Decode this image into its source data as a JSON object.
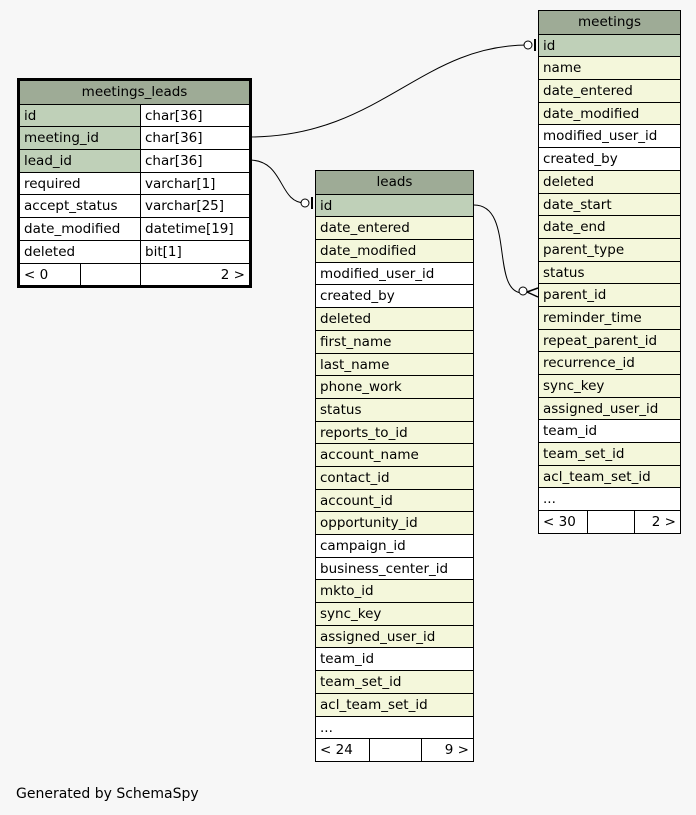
{
  "footer": "Generated by SchemaSpy",
  "meetings_leads": {
    "title": "meetings_leads",
    "rows": [
      {
        "name": "id",
        "type": "char[36]",
        "style": "pk"
      },
      {
        "name": "meeting_id",
        "type": "char[36]",
        "style": "pk"
      },
      {
        "name": "lead_id",
        "type": "char[36]",
        "style": "pk"
      },
      {
        "name": "required",
        "type": "varchar[1]",
        "style": "plain"
      },
      {
        "name": "accept_status",
        "type": "varchar[25]",
        "style": "plain"
      },
      {
        "name": "date_modified",
        "type": "datetime[19]",
        "style": "plain"
      },
      {
        "name": "deleted",
        "type": "bit[1]",
        "style": "plain"
      }
    ],
    "footer": {
      "left": "< 0",
      "right": "2 >"
    }
  },
  "leads": {
    "title": "leads",
    "rows": [
      {
        "name": "id",
        "style": "pk"
      },
      {
        "name": "date_entered",
        "style": "fk"
      },
      {
        "name": "date_modified",
        "style": "fk"
      },
      {
        "name": "modified_user_id",
        "style": "plain"
      },
      {
        "name": "created_by",
        "style": "plain"
      },
      {
        "name": "deleted",
        "style": "fk"
      },
      {
        "name": "first_name",
        "style": "fk"
      },
      {
        "name": "last_name",
        "style": "fk"
      },
      {
        "name": "phone_work",
        "style": "fk"
      },
      {
        "name": "status",
        "style": "fk"
      },
      {
        "name": "reports_to_id",
        "style": "fk"
      },
      {
        "name": "account_name",
        "style": "fk"
      },
      {
        "name": "contact_id",
        "style": "fk"
      },
      {
        "name": "account_id",
        "style": "fk"
      },
      {
        "name": "opportunity_id",
        "style": "fk"
      },
      {
        "name": "campaign_id",
        "style": "plain"
      },
      {
        "name": "business_center_id",
        "style": "plain"
      },
      {
        "name": "mkto_id",
        "style": "fk"
      },
      {
        "name": "sync_key",
        "style": "fk"
      },
      {
        "name": "assigned_user_id",
        "style": "fk"
      },
      {
        "name": "team_id",
        "style": "plain"
      },
      {
        "name": "team_set_id",
        "style": "fk"
      },
      {
        "name": "acl_team_set_id",
        "style": "fk"
      },
      {
        "name": "...",
        "style": "plain"
      }
    ],
    "footer": {
      "left": "< 24",
      "right": "9 >"
    }
  },
  "meetings": {
    "title": "meetings",
    "rows": [
      {
        "name": "id",
        "style": "pk"
      },
      {
        "name": "name",
        "style": "fk"
      },
      {
        "name": "date_entered",
        "style": "fk"
      },
      {
        "name": "date_modified",
        "style": "fk"
      },
      {
        "name": "modified_user_id",
        "style": "plain"
      },
      {
        "name": "created_by",
        "style": "plain"
      },
      {
        "name": "deleted",
        "style": "fk"
      },
      {
        "name": "date_start",
        "style": "fk"
      },
      {
        "name": "date_end",
        "style": "fk"
      },
      {
        "name": "parent_type",
        "style": "fk"
      },
      {
        "name": "status",
        "style": "fk"
      },
      {
        "name": "parent_id",
        "style": "fk"
      },
      {
        "name": "reminder_time",
        "style": "fk"
      },
      {
        "name": "repeat_parent_id",
        "style": "fk"
      },
      {
        "name": "recurrence_id",
        "style": "fk"
      },
      {
        "name": "sync_key",
        "style": "fk"
      },
      {
        "name": "assigned_user_id",
        "style": "fk"
      },
      {
        "name": "team_id",
        "style": "plain"
      },
      {
        "name": "team_set_id",
        "style": "fk"
      },
      {
        "name": "acl_team_set_id",
        "style": "fk"
      },
      {
        "name": "...",
        "style": "plain"
      }
    ],
    "footer": {
      "left": "< 30",
      "right": "2 >"
    }
  }
}
